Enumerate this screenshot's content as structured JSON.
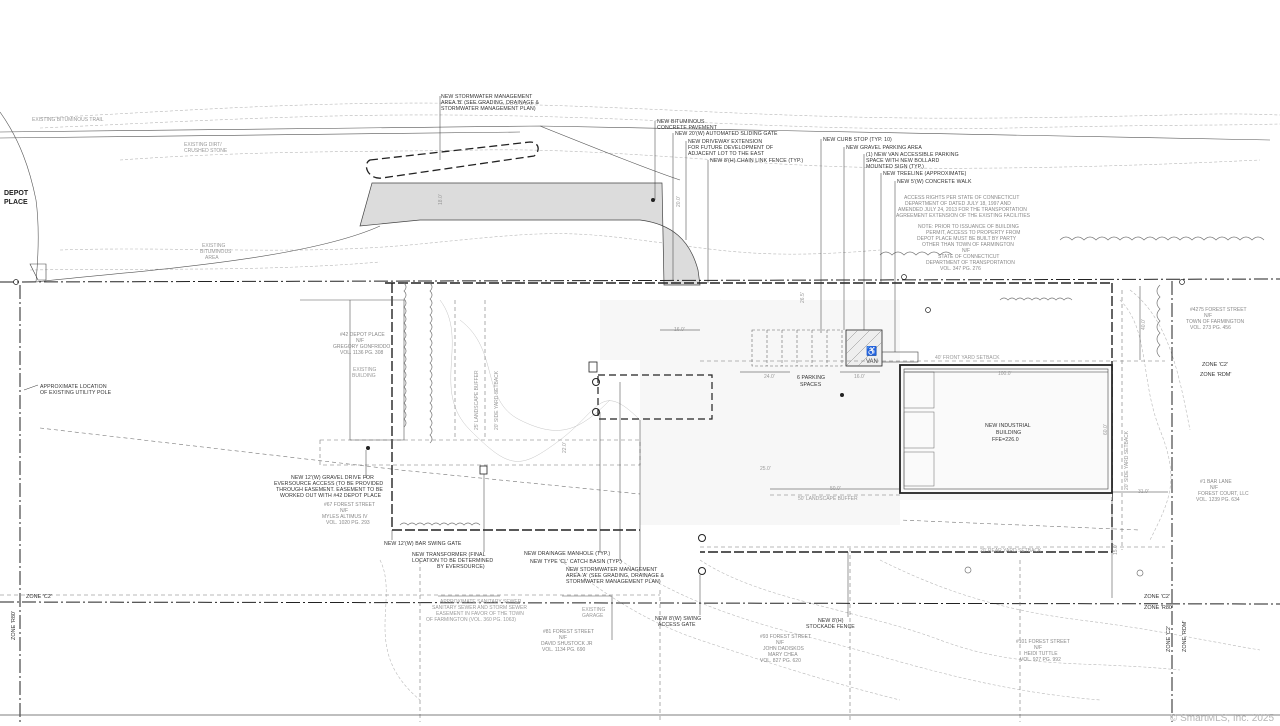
{
  "plan": {
    "place_label": {
      "line1": "DEPOT",
      "line2": "PLACE"
    },
    "features": {
      "existing_bituminous_trail": "EXISTING BITUMINOUS TRAIL",
      "existing_dirt_stone": [
        "EXISTING DIRT/",
        "CRUSHED STONE"
      ],
      "existing_bituminous_area": [
        "EXISTING",
        "BITUMINOUS",
        "AREA"
      ],
      "existing_building": [
        "EXISTING",
        "BUILDING"
      ],
      "existing_garage": [
        "EXISTING",
        "GARAGE"
      ],
      "industrial_building": [
        "NEW INDUSTRIAL",
        "BUILDING",
        "FFE=226.0"
      ],
      "parking_spaces": [
        "6 PARKING",
        "SPACES"
      ],
      "van_label": "VAN",
      "accessible_symbol": "♿"
    },
    "callouts": [
      [
        "NEW STORMWATER MANAGEMENT",
        "AREA 'B' (SEE GRADING, DRAINAGE &",
        "STORMWATER MANAGEMENT PLAN)"
      ],
      [
        "NEW BITUMINOUS",
        "CONCRETE PAVEMENT"
      ],
      [
        "NEW 20'(W) AUTOMATED SLIDING GATE"
      ],
      [
        "NEW DRIVEWAY EXTENSION",
        "FOR FUTURE DEVELOPMENT OF",
        "ADJACENT LOT TO THE EAST"
      ],
      [
        "NEW 8'(H) CHAIN LINK FENCE (TYP.)"
      ],
      [
        "NEW CURB STOP (TYP. 10)"
      ],
      [
        "NEW GRAVEL PARKING AREA"
      ],
      [
        "(1) NEW VAN ACCESSIBLE PARKING",
        "SPACE WITH NEW BOLLARD",
        "MOUNTED SIGN (TYP.)"
      ],
      [
        "NEW TREELINE (APPROXIMATE)"
      ],
      [
        "NEW 5'(W) CONCRETE WALK"
      ],
      [
        "NEW 12'(W) GRAVEL DRIVE FOR",
        "EVERSOURCE ACCESS (TO BE PROVIDED",
        "THROUGH EASEMENT. EASEMENT TO BE",
        "WORKED OUT WITH #42 DEPOT PLACE"
      ],
      [
        "NEW 12'(W) BAR SWING GATE"
      ],
      [
        "NEW TRANSFORMER (FINAL",
        "LOCATION TO BE DETERMINED",
        "BY EVERSOURCE)"
      ],
      [
        "NEW DRAINAGE MANHOLE (TYP.)"
      ],
      [
        "NEW TYPE 'CL' CATCH BASIN (TYP.)"
      ],
      [
        "NEW STORMWATER MANAGEMENT",
        "AREA 'A' (SEE GRADING, DRAINAGE &",
        "STORMWATER MANAGEMENT PLAN)"
      ],
      [
        "NEW 8'(W) SWING",
        "ACCESS GATE"
      ],
      [
        "NEW 8'(H)",
        "STOCKADE FENCE"
      ],
      [
        "APPROXIMATE LOCATION",
        "OF EXISTING UTILITY POLE"
      ]
    ],
    "notes": [
      [
        "ACCESS RIGHTS PER STATE OF CONNECTICUT",
        "DEPARTMENT OF DATED JULY 18, 1997 AND",
        "AMENDED JULY 24, 2013 FOR THE TRANSPORTATION",
        "AGREEMENT EXTENSION OF THE EXISTING FACILITIES"
      ],
      [
        "NOTE: PRIOR TO ISSUANCE OF BUILDING",
        "PERMIT, ACCESS TO PROPERTY FROM",
        "DEPOT PLACE MUST BE BUILT BY PARTY",
        "OTHER THAN TOWN OF FARMINGTON"
      ]
    ],
    "owners": [
      [
        "N/F",
        "STATE OF CONNECTICUT",
        "DEPARTMENT OF TRANSPORTATION",
        "VOL. 347 PG. 276"
      ],
      [
        "#42 DEPOT PLACE",
        "N/F",
        "GREGORY GONFRIDDO",
        "VOL. 1136 PG. 308"
      ],
      [
        "#67 FOREST STREET",
        "N/F",
        "MYLES ALTIMUS IV",
        "VOL. 1020 PG. 293"
      ],
      [
        "#81 FOREST STREET",
        "N/F",
        "DAVID SHUSTOCK JR",
        "VOL. 1134 PG. 690"
      ],
      [
        "#93 FOREST STREET",
        "N/F",
        "JOHN DADISKOS",
        "MARY CHEA",
        "VOL. 827 PG. 620"
      ],
      [
        "#101 FOREST STREET",
        "N/F",
        "HEIDI TUTTLE",
        "VOL. 927 PG. 992"
      ],
      [
        "#4275 FOREST STREET",
        "N/F",
        "TOWN OF FARMINGTON",
        "VOL. 273 PG. 456"
      ],
      [
        "#1 BAR LANE",
        "N/F",
        "FOREST COURT, LLC",
        "VOL. 1239 PG. 634"
      ]
    ],
    "easement": [
      "APPROXIMATE SANITARY SEWER",
      "SANITARY SEWER AND STORM SEWER",
      "EASEMENT IN FAVOR OF THE TOWN",
      "OF FARMINGTON (VOL. 360 PG. 1063)"
    ],
    "setbacks": {
      "front_yard": "40' FRONT YARD SETBACK",
      "side_yard": "20' SIDE YARD SETBACK",
      "rear_yard": "20' REAR YARD SETBACK",
      "landscape_buffer": "50' LANDSCAPE BUFFER",
      "landscape_buffer_side": "25' LANDSCAPE BUFFER",
      "side_yard_right": "20' SIDE YARD SETBACK"
    },
    "dimensions": {
      "d100": "100.0'",
      "d50": "50.0'",
      "d60": "60.0'",
      "d31": "31.0'",
      "d40": "40.0'",
      "d15": "15.0'",
      "d22": "22.0'",
      "d20": "20.0'",
      "d24": "24.0'",
      "d16a": "16.0'",
      "d16b": "16.0'",
      "d265": "26.5'",
      "d18": "18.0'",
      "d25": "25.0'"
    },
    "zones": {
      "zone_c2_right": "ZONE 'C2'",
      "zone_rdm_right": "ZONE 'RDM'",
      "zone_c2_left": "ZONE 'C2'",
      "zone_c2_br": "ZONE 'C2'",
      "zone_r80_br": "ZONE 'R80'",
      "zone_r80_left": "ZONE 'R80'",
      "zone_c2_vert": "ZONE 'C2'",
      "zone_rdm_vert": "ZONE 'RDM'"
    },
    "credit": "© SmartMLS, Inc. 2025"
  }
}
